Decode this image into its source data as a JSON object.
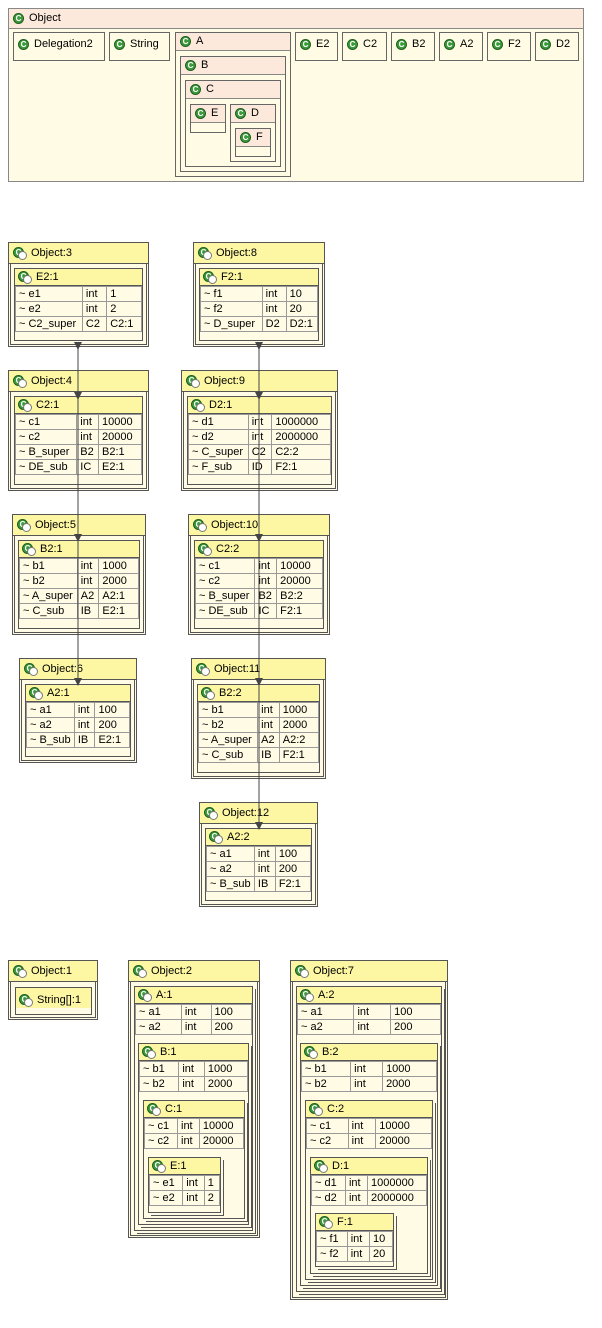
{
  "class_diagram": {
    "root": "Object",
    "classes": [
      "Delegation2",
      "String",
      "E2",
      "C2",
      "B2",
      "A2",
      "F2",
      "D2"
    ],
    "nested": {
      "A": "A",
      "B": "B",
      "C": "C",
      "E": "E",
      "D": "D",
      "F": "F"
    }
  },
  "objects": {
    "o3": {
      "title": "Object:3",
      "inner": "E2:1",
      "fields": [
        [
          "~ e1",
          "int",
          "1"
        ],
        [
          "~ e2",
          "int",
          "2"
        ],
        [
          "~ C2_super",
          "C2",
          "C2:1"
        ]
      ]
    },
    "o4": {
      "title": "Object:4",
      "inner": "C2:1",
      "fields": [
        [
          "~ c1",
          "int",
          "10000"
        ],
        [
          "~ c2",
          "int",
          "20000"
        ],
        [
          "~ B_super",
          "B2",
          "B2:1"
        ],
        [
          "~ DE_sub",
          "IC",
          "E2:1"
        ]
      ]
    },
    "o5": {
      "title": "Object:5",
      "inner": "B2:1",
      "fields": [
        [
          "~ b1",
          "int",
          "1000"
        ],
        [
          "~ b2",
          "int",
          "2000"
        ],
        [
          "~ A_super",
          "A2",
          "A2:1"
        ],
        [
          "~ C_sub",
          "IB",
          "E2:1"
        ]
      ]
    },
    "o6": {
      "title": "Object:6",
      "inner": "A2:1",
      "fields": [
        [
          "~ a1",
          "int",
          "100"
        ],
        [
          "~ a2",
          "int",
          "200"
        ],
        [
          "~ B_sub",
          "IB",
          "E2:1"
        ]
      ]
    },
    "o8": {
      "title": "Object:8",
      "inner": "F2:1",
      "fields": [
        [
          "~ f1",
          "int",
          "10"
        ],
        [
          "~ f2",
          "int",
          "20"
        ],
        [
          "~ D_super",
          "D2",
          "D2:1"
        ]
      ]
    },
    "o9": {
      "title": "Object:9",
      "inner": "D2:1",
      "fields": [
        [
          "~ d1",
          "int",
          "1000000"
        ],
        [
          "~ d2",
          "int",
          "2000000"
        ],
        [
          "~ C_super",
          "C2",
          "C2:2"
        ],
        [
          "~ F_sub",
          "ID",
          "F2:1"
        ]
      ]
    },
    "o10": {
      "title": "Object:10",
      "inner": "C2:2",
      "fields": [
        [
          "~ c1",
          "int",
          "10000"
        ],
        [
          "~ c2",
          "int",
          "20000"
        ],
        [
          "~ B_super",
          "B2",
          "B2:2"
        ],
        [
          "~ DE_sub",
          "IC",
          "F2:1"
        ]
      ]
    },
    "o11": {
      "title": "Object:11",
      "inner": "B2:2",
      "fields": [
        [
          "~ b1",
          "int",
          "1000"
        ],
        [
          "~ b2",
          "int",
          "2000"
        ],
        [
          "~ A_super",
          "A2",
          "A2:2"
        ],
        [
          "~ C_sub",
          "IB",
          "F2:1"
        ]
      ]
    },
    "o12": {
      "title": "Object:12",
      "inner": "A2:2",
      "fields": [
        [
          "~ a1",
          "int",
          "100"
        ],
        [
          "~ a2",
          "int",
          "200"
        ],
        [
          "~ B_sub",
          "IB",
          "F2:1"
        ]
      ]
    },
    "o1": {
      "title": "Object:1",
      "inner": "String[]:1"
    },
    "o2": {
      "title": "Object:2",
      "a": {
        "title": "A:1",
        "fields": [
          [
            "~ a1",
            "int",
            "100"
          ],
          [
            "~ a2",
            "int",
            "200"
          ]
        ]
      },
      "b": {
        "title": "B:1",
        "fields": [
          [
            "~ b1",
            "int",
            "1000"
          ],
          [
            "~ b2",
            "int",
            "2000"
          ]
        ]
      },
      "c": {
        "title": "C:1",
        "fields": [
          [
            "~ c1",
            "int",
            "10000"
          ],
          [
            "~ c2",
            "int",
            "20000"
          ]
        ]
      },
      "e": {
        "title": "E:1",
        "fields": [
          [
            "~ e1",
            "int",
            "1"
          ],
          [
            "~ e2",
            "int",
            "2"
          ]
        ]
      }
    },
    "o7": {
      "title": "Object:7",
      "a": {
        "title": "A:2",
        "fields": [
          [
            "~ a1",
            "int",
            "100"
          ],
          [
            "~ a2",
            "int",
            "200"
          ]
        ]
      },
      "b": {
        "title": "B:2",
        "fields": [
          [
            "~ b1",
            "int",
            "1000"
          ],
          [
            "~ b2",
            "int",
            "2000"
          ]
        ]
      },
      "c": {
        "title": "C:2",
        "fields": [
          [
            "~ c1",
            "int",
            "10000"
          ],
          [
            "~ c2",
            "int",
            "20000"
          ]
        ]
      },
      "d": {
        "title": "D:1",
        "fields": [
          [
            "~ d1",
            "int",
            "1000000"
          ],
          [
            "~ d2",
            "int",
            "2000000"
          ]
        ]
      },
      "f": {
        "title": "F:1",
        "fields": [
          [
            "~ f1",
            "int",
            "10"
          ],
          [
            "~ f2",
            "int",
            "20"
          ]
        ]
      }
    }
  }
}
